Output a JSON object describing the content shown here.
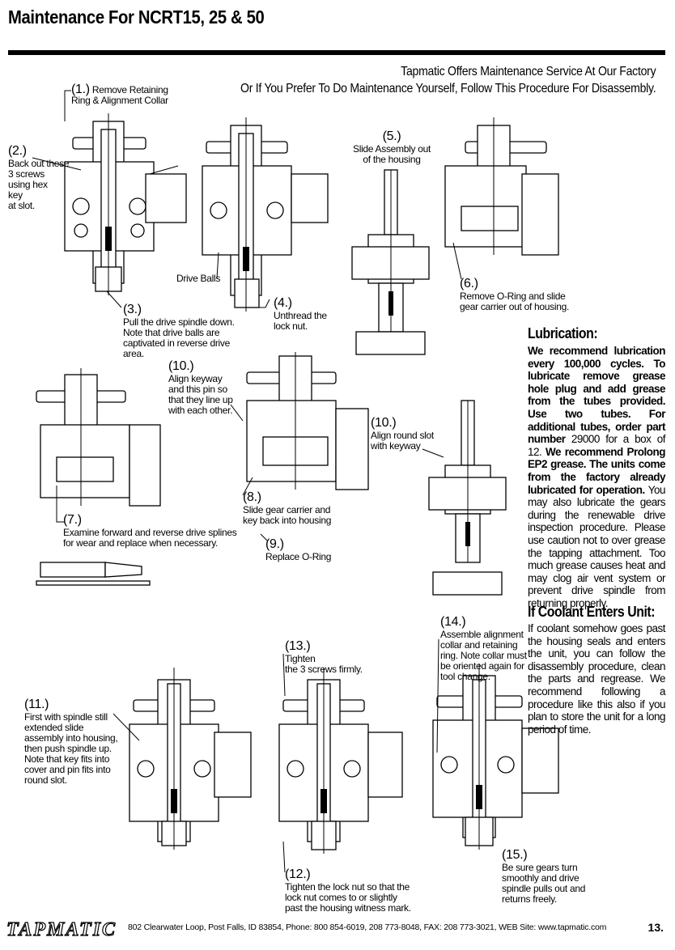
{
  "header": {
    "title": "Maintenance For NCRT15, 25 & 50"
  },
  "intro": {
    "line1": "Tapmatic Offers Maintenance Service At  Our Factory",
    "line2": "Or If You Prefer To Do Maintenance Yourself, Follow  This Procedure For Disassembly."
  },
  "steps": {
    "s1": {
      "num": "(1.)",
      "line1": "Remove Retaining",
      "line2": "Ring & Alignment Collar"
    },
    "s2": {
      "num": "(2.)",
      "lines": [
        "Back out these",
        "3 screws",
        "using hex",
        "key",
        "at slot."
      ]
    },
    "drive_balls": "Drive Balls",
    "s3": {
      "num": "(3.)",
      "lines": [
        "Pull the drive spindle down.",
        "Note that drive balls are",
        "captivated in reverse drive",
        "area."
      ]
    },
    "s4": {
      "num": "(4.)",
      "lines": [
        "Unthread the",
        "lock nut."
      ]
    },
    "s5": {
      "num": "(5.)",
      "lines": [
        "Slide Assembly out",
        "of the housing"
      ]
    },
    "s6": {
      "num": "(6.)",
      "lines": [
        "Remove O-Ring and slide",
        "gear carrier out of housing."
      ]
    },
    "s7": {
      "num": "(7.)",
      "lines": [
        "Examine forward and reverse drive splines",
        "for wear and replace when necessary."
      ]
    },
    "s8": {
      "num": "(8.)",
      "lines": [
        "Slide gear carrier and",
        "key back into housing"
      ]
    },
    "s9": {
      "num": "(9.)",
      "lines": [
        "Replace O-Ring"
      ]
    },
    "s10a": {
      "num": "(10.)",
      "lines": [
        "Align keyway",
        "and this pin so",
        "that they line up",
        "with  each other."
      ]
    },
    "s10b": {
      "num": "(10.)",
      "lines": [
        "Align round slot",
        "with keyway"
      ]
    },
    "s11": {
      "num": "(11.)",
      "lines": [
        "First with spindle still",
        "extended slide",
        "assembly into housing,",
        "then push spindle up.",
        "Note that key fits into",
        "cover and pin fits into",
        "round slot."
      ]
    },
    "s12": {
      "num": "(12.)",
      "lines": [
        "Tighten the lock nut so that the",
        "lock nut comes to or slightly",
        "past the housing witness mark."
      ]
    },
    "s13": {
      "num": "(13.)",
      "lines": [
        "Tighten",
        "the 3 screws firmly."
      ]
    },
    "s14": {
      "num": "(14.)",
      "lines": [
        "Assemble alignment",
        "collar and retaining",
        "ring.  Note collar must",
        "be oriented again for",
        "tool change."
      ]
    },
    "s15": {
      "num": "(15.)",
      "lines": [
        "Be sure gears turn",
        "smoothly and drive",
        "spindle pulls out and",
        "returns freely."
      ]
    }
  },
  "lubrication": {
    "heading": "Lubrication:",
    "bold_part": "We recommend lubrication every 100,000 cycles. To lubricate remove grease hole plug and add grease from the tubes provided.  Use two tubes.  For additional tubes, order part number",
    "part_no": " 29000 for a box of 12.  ",
    "bold_part2": "We recommend Prolong EP2 grease.  The units come from the factory already lubricated for operation.",
    "rest": "  You may also lubricate the gears during the renewable drive inspection procedure. Please use caution not to over grease the tapping attachment. Too much grease causes heat and may clog air vent system or prevent drive spindle from returning properly."
  },
  "coolant": {
    "heading": "If Coolant Enters Unit:",
    "body": "If coolant somehow goes past the housing seals and enters the unit, you can follow the disassembly procedure, clean the parts and regrease.  We recommend following a procedure like this also if you plan to store the unit for a long period of time."
  },
  "footer": {
    "logo": "TAPMATIC",
    "address": "802 Clearwater Loop, Post Falls, ID  83854, Phone:  800 854-6019, 208 773-8048,  FAX: 208 773-3021, WEB Site:  www.tapmatic.com",
    "page": "13."
  }
}
